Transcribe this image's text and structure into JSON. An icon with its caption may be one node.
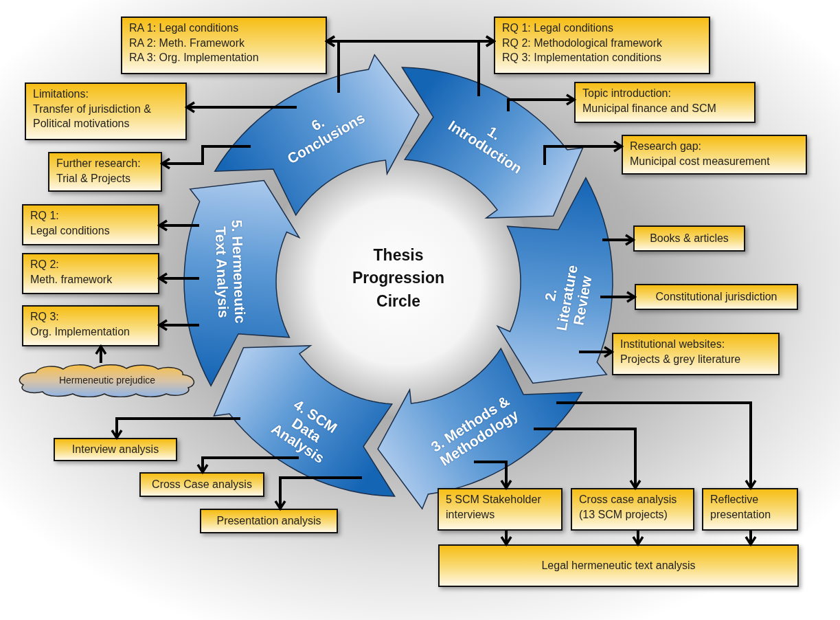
{
  "diagram": {
    "title": "Thesis Progression Circle",
    "nodes": [
      {
        "text": [
          "1. Introduction"
        ]
      },
      {
        "text": [
          "2. Literature Review"
        ]
      },
      {
        "text": [
          "3. Methods & Methodology"
        ]
      },
      {
        "text": [
          "4. SCM Data Analysis"
        ]
      },
      {
        "text": [
          "5. Hermeneutic Text Analysis"
        ]
      },
      {
        "text": [
          "6. Conclusions"
        ]
      },
      {
        "text": [
          "RA 1: Legal conditions",
          "RA 2: Meth. Framework",
          "RA 3: Org. Implementation"
        ]
      },
      {
        "text": [
          "RQ 1: Legal conditions",
          "RQ 2: Methodological framework",
          "RQ 3: Implementation conditions"
        ]
      },
      {
        "text": [
          "Limitations:",
          "Transfer of jurisdiction & Political motivations"
        ]
      },
      {
        "text": [
          "Further research:",
          "Trial & Projects"
        ]
      },
      {
        "text": [
          "Topic introduction:",
          "Municipal finance and SCM"
        ]
      },
      {
        "text": [
          "Research gap:",
          "Municipal cost measurement"
        ]
      },
      {
        "text": [
          "Books & articles"
        ]
      },
      {
        "text": [
          "Constitutional jurisdiction"
        ]
      },
      {
        "text": [
          "Institutional websites:",
          "Projects & grey literature"
        ]
      },
      {
        "text": [
          "RQ 1:",
          "Legal conditions"
        ]
      },
      {
        "text": [
          "RQ 2:",
          "Meth. framework"
        ]
      },
      {
        "text": [
          "RQ 3:",
          "Org. Implementation"
        ]
      },
      {
        "text": [
          "Hermeneutic prejudice"
        ]
      },
      {
        "text": [
          "Interview analysis"
        ]
      },
      {
        "text": [
          "Cross Case analysis"
        ]
      },
      {
        "text": [
          "Presentation analysis"
        ]
      },
      {
        "text": [
          "5 SCM Stakeholder interviews"
        ]
      },
      {
        "text": [
          "Cross case analysis (13 SCM projects)"
        ]
      },
      {
        "text": [
          "Reflective presentation"
        ]
      },
      {
        "text": [
          "Legal hermeneutic text analysis"
        ]
      }
    ],
    "edges": [
      {
        "from": 5,
        "to": 6,
        "arrow": "to"
      },
      {
        "from": 5,
        "to": 7,
        "arrow": "to"
      },
      {
        "from": 0,
        "to": 6,
        "arrow": "to"
      },
      {
        "from": 0,
        "to": 7,
        "arrow": "to"
      },
      {
        "from": 0,
        "to": 10,
        "arrow": "to"
      },
      {
        "from": 0,
        "to": 11,
        "arrow": "to"
      },
      {
        "from": 5,
        "to": 8,
        "arrow": "to"
      },
      {
        "from": 5,
        "to": 9,
        "arrow": "to"
      },
      {
        "from": 1,
        "to": 12,
        "arrow": "to"
      },
      {
        "from": 1,
        "to": 13,
        "arrow": "to"
      },
      {
        "from": 1,
        "to": 14,
        "arrow": "to"
      },
      {
        "from": 4,
        "to": 15,
        "arrow": "to"
      },
      {
        "from": 4,
        "to": 16,
        "arrow": "to"
      },
      {
        "from": 4,
        "to": 17,
        "arrow": "to"
      },
      {
        "from": 18,
        "to": 17,
        "arrow": "to"
      },
      {
        "from": 3,
        "to": 19,
        "arrow": "to"
      },
      {
        "from": 3,
        "to": 20,
        "arrow": "to"
      },
      {
        "from": 3,
        "to": 21,
        "arrow": "to"
      },
      {
        "from": 2,
        "to": 22,
        "arrow": "to"
      },
      {
        "from": 2,
        "to": 23,
        "arrow": "to"
      },
      {
        "from": 2,
        "to": 24,
        "arrow": "to"
      },
      {
        "from": 22,
        "to": 25,
        "arrow": "to"
      },
      {
        "from": 23,
        "to": 25,
        "arrow": "to"
      },
      {
        "from": 24,
        "to": 25,
        "arrow": "to"
      }
    ]
  }
}
